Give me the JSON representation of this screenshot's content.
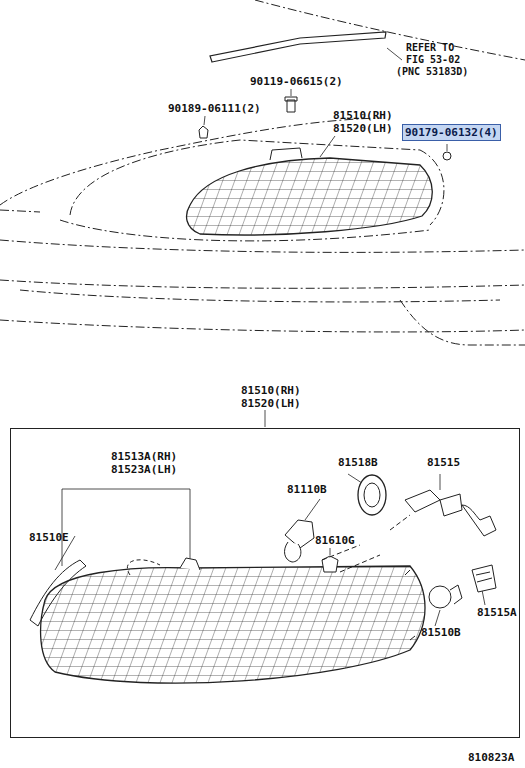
{
  "diagram": {
    "nodes": [
      {
        "text": [
          "90179-06132(4)"
        ]
      },
      {
        "text": [
          "81510(RH)",
          "81520(LH)",
          "81513A(RH)",
          "81523A(LH)",
          "81510E",
          "81518B",
          "81515",
          "81110B",
          "81610G",
          "81515A",
          "81510B"
        ]
      }
    ],
    "labels": [
      "REFER TO",
      "FIG 53-02",
      "(PNC 53183D)",
      "90119-06615(2)",
      "90189-06111(2)",
      "81510(RH)",
      "81520(LH)",
      "810823A"
    ]
  }
}
